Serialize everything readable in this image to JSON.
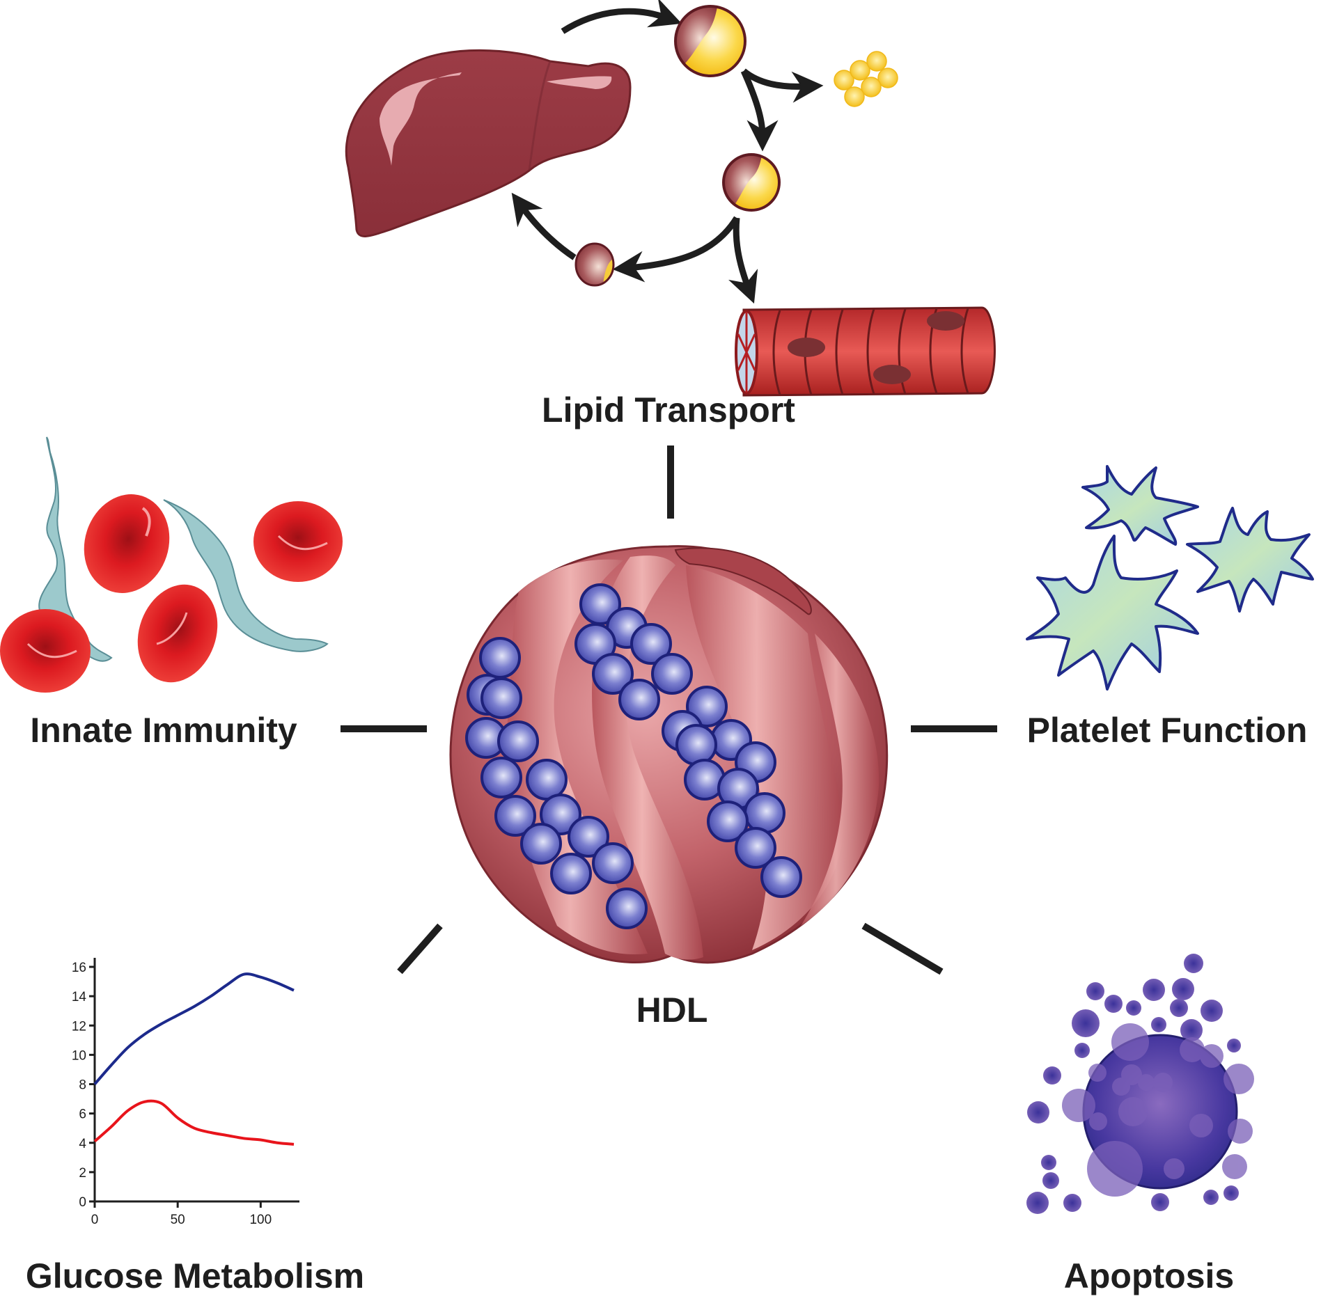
{
  "diagram": {
    "center": {
      "label": "HDL",
      "icon": "hdl-particle-icon"
    },
    "functions": [
      {
        "id": "lipid-transport",
        "label": "Lipid Transport",
        "icon": "liver-lipoprotein-cycle-icon"
      },
      {
        "id": "innate-immunity",
        "label": "Innate Immunity",
        "icon": "red-blood-cells-trypanosomes-icon"
      },
      {
        "id": "platelet-function",
        "label": "Platelet Function",
        "icon": "activated-platelets-icon"
      },
      {
        "id": "glucose-metabolism",
        "label": "Glucose Metabolism",
        "icon": "glucose-curve-chart-icon"
      },
      {
        "id": "apoptosis",
        "label": "Apoptosis",
        "icon": "apoptotic-cell-icon"
      }
    ],
    "colors": {
      "liver": "#9a3b45",
      "lipid_core": "#f5c518",
      "hdl_apolipoprotein": "#c96b72",
      "hdl_lipid_spheres": "#3d3fa8",
      "rbc": "#e0161c",
      "trypanosome": "#8fc3c6",
      "platelet": "#b9e0c0",
      "apoptotic_cell": "#4a3a9a",
      "muscle_fiber": "#c8302e"
    }
  },
  "chart_data": {
    "type": "line",
    "title": "",
    "xlabel": "",
    "ylabel": "",
    "xlim": [
      0,
      120
    ],
    "ylim": [
      0,
      16
    ],
    "x_ticks": [
      0,
      50,
      100
    ],
    "y_ticks": [
      0,
      2,
      4,
      6,
      8,
      10,
      12,
      14,
      16
    ],
    "grid": false,
    "legend": "none",
    "series": [
      {
        "name": "blue curve",
        "color": "#1c2a8c",
        "points": [
          [
            0,
            8.0
          ],
          [
            10,
            9.3
          ],
          [
            20,
            10.5
          ],
          [
            30,
            11.4
          ],
          [
            40,
            12.1
          ],
          [
            50,
            12.7
          ],
          [
            60,
            13.3
          ],
          [
            70,
            14.0
          ],
          [
            80,
            14.8
          ],
          [
            90,
            15.5
          ],
          [
            100,
            15.3
          ],
          [
            110,
            14.9
          ],
          [
            120,
            14.4
          ]
        ]
      },
      {
        "name": "red curve",
        "color": "#e8141b",
        "points": [
          [
            0,
            4.1
          ],
          [
            10,
            5.1
          ],
          [
            20,
            6.2
          ],
          [
            30,
            6.8
          ],
          [
            40,
            6.7
          ],
          [
            50,
            5.7
          ],
          [
            60,
            5.0
          ],
          [
            70,
            4.7
          ],
          [
            80,
            4.5
          ],
          [
            90,
            4.3
          ],
          [
            100,
            4.2
          ],
          [
            110,
            4.0
          ],
          [
            120,
            3.9
          ]
        ]
      }
    ]
  }
}
